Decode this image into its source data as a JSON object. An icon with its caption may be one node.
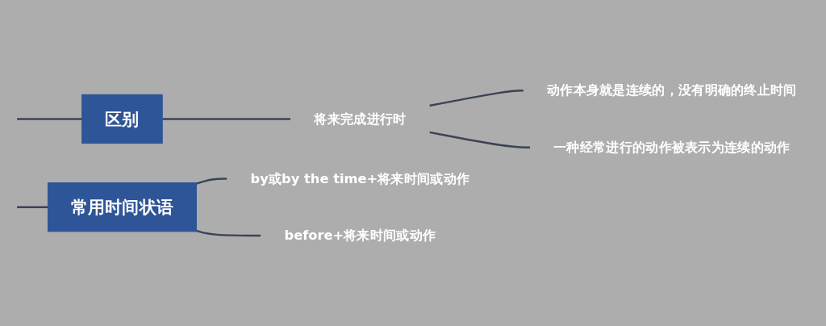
{
  "diagram": {
    "nodes": [
      {
        "text": [
          "区别"
        ]
      },
      {
        "text": [
          "将来完成进行时"
        ]
      },
      {
        "text": [
          "动作本身就是连续的，没有明确的终止时间"
        ]
      },
      {
        "text": [
          "一种经常进行的动作被表示为连续的动作"
        ]
      },
      {
        "text": [
          "常用时间状语"
        ]
      },
      {
        "text": [
          "by或by the time+将来时间或动作"
        ]
      },
      {
        "text": [
          "before+将来时间或动作"
        ]
      }
    ],
    "edges": [
      {
        "from": null,
        "to": 0,
        "arrow": "none"
      },
      {
        "from": 0,
        "to": 1,
        "arrow": "none"
      },
      {
        "from": 1,
        "to": 2,
        "arrow": "none"
      },
      {
        "from": 1,
        "to": 3,
        "arrow": "none"
      },
      {
        "from": null,
        "to": 4,
        "arrow": "none"
      },
      {
        "from": 4,
        "to": 5,
        "arrow": "none"
      },
      {
        "from": 4,
        "to": 6,
        "arrow": "none"
      }
    ]
  }
}
